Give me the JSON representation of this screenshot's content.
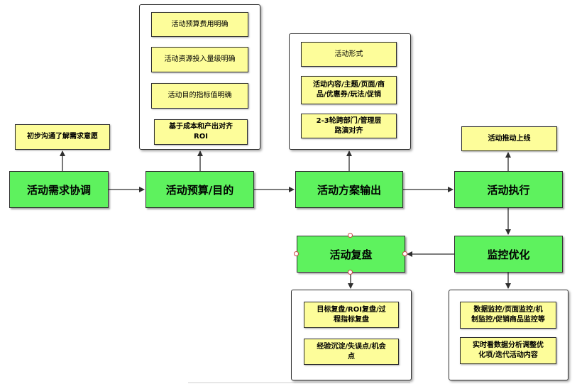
{
  "main_steps": {
    "demand": "活动需求协调",
    "budget": "活动预算/目的",
    "plan": "活动方案输出",
    "execute": "活动执行",
    "monitor": "监控优化",
    "review": "活动复盘"
  },
  "notes": {
    "demand_note": "初步沟通了解需求意愿",
    "budget_notes": [
      "活动预算费用明确",
      "活动资源投入量级明确",
      "活动目的指标值明确",
      "基于成本和产出对齐\nROI"
    ],
    "plan_notes": [
      "活动形式",
      "活动内容/主题/页面/商\n品/优惠券/玩法/促销",
      "2-3轮跨部门/管理层\n路演对齐"
    ],
    "execute_note": "活动推动上线",
    "review_notes": [
      "目标复盘/ROI复盘/过\n程指标复盘",
      "经验沉淀/失误点/机会\n点"
    ],
    "monitor_notes": [
      "数据监控/页面监控/机\n制监控/促销商品监控等",
      "实时看数据分析调整优\n化项/迭代活动内容"
    ]
  },
  "colors": {
    "main_fill": "#5ef25e",
    "note_fill": "#fdfd9a",
    "line": "#2f2f2f"
  }
}
